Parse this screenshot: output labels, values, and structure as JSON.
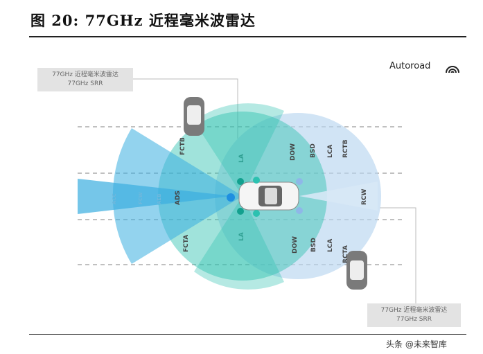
{
  "figure": {
    "title": "图 20: 77GHz 近程毫米波雷达"
  },
  "callouts": {
    "top_left": {
      "line1": "77GHz 近程毫米波雷达",
      "line2": "77GHz SRR"
    },
    "bottom_right": {
      "line1": "77GHz 近程毫米波雷达",
      "line2": "77GHz SRR"
    }
  },
  "brand": {
    "name": "Autoroad",
    "icon": "autoroad-logo-icon"
  },
  "watermark": "头条 @未来智库",
  "zones": {
    "fctb": "FCTB",
    "fcta": "FCTA",
    "ads": "ADS",
    "la_top": "LA",
    "la_bottom": "LA",
    "dow_top": "DOW",
    "bsd_top": "BSD",
    "lca_top": "LCA",
    "rctb": "RCTB",
    "dow_bottom": "DOW",
    "bsd_bottom": "BSD",
    "lca_bottom": "LCA",
    "rcta": "RCTA",
    "rcw": "RCW",
    "front_1": "ACC",
    "front_2": "FCW",
    "front_3": "AEB"
  },
  "colors": {
    "teal": "#2cc1b0",
    "blue_beam": "#3aaee0",
    "light_blue": "#b9d6ef",
    "sensor_teal": "#12a08e",
    "sensor_blue": "#8fb7e8",
    "sensor_front": "#1f8fe0"
  }
}
